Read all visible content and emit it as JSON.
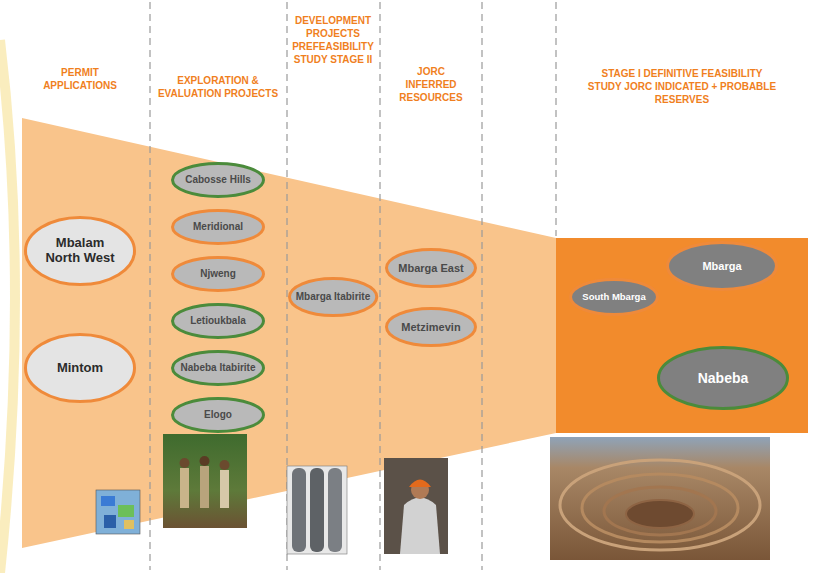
{
  "diagram": {
    "nodes": [
      {
        "text": [
          "Mbalam North West"
        ]
      },
      {
        "text": [
          "Mintom"
        ]
      },
      {
        "text": [
          "Cabosse Hills"
        ]
      },
      {
        "text": [
          "Meridional"
        ]
      },
      {
        "text": [
          "Njweng"
        ]
      },
      {
        "text": [
          "Letioukbala"
        ]
      },
      {
        "text": [
          "Nabeba Itabirite"
        ]
      },
      {
        "text": [
          "Elogo"
        ]
      },
      {
        "text": [
          "Mbarga Itabirite"
        ]
      },
      {
        "text": [
          "Mbarga East"
        ]
      },
      {
        "text": [
          "Metzimevin"
        ]
      },
      {
        "text": [
          "Mbarga"
        ]
      },
      {
        "text": [
          "South Mbarga"
        ]
      },
      {
        "text": [
          "Nabeba"
        ]
      }
    ],
    "labels": [
      "PERMIT APPLICATIONS",
      "EXPLORATION & EVALUATION PROJECTS",
      "DEVELOPMENT PROJECTS PREFEASIBILITY STUDY STAGE II",
      "JORC INFERRED RESOURCES",
      "STAGE I DEFINITIVE FEASIBILITY STUDY JORC INDICATED + PROBABLE RESERVES"
    ]
  }
}
